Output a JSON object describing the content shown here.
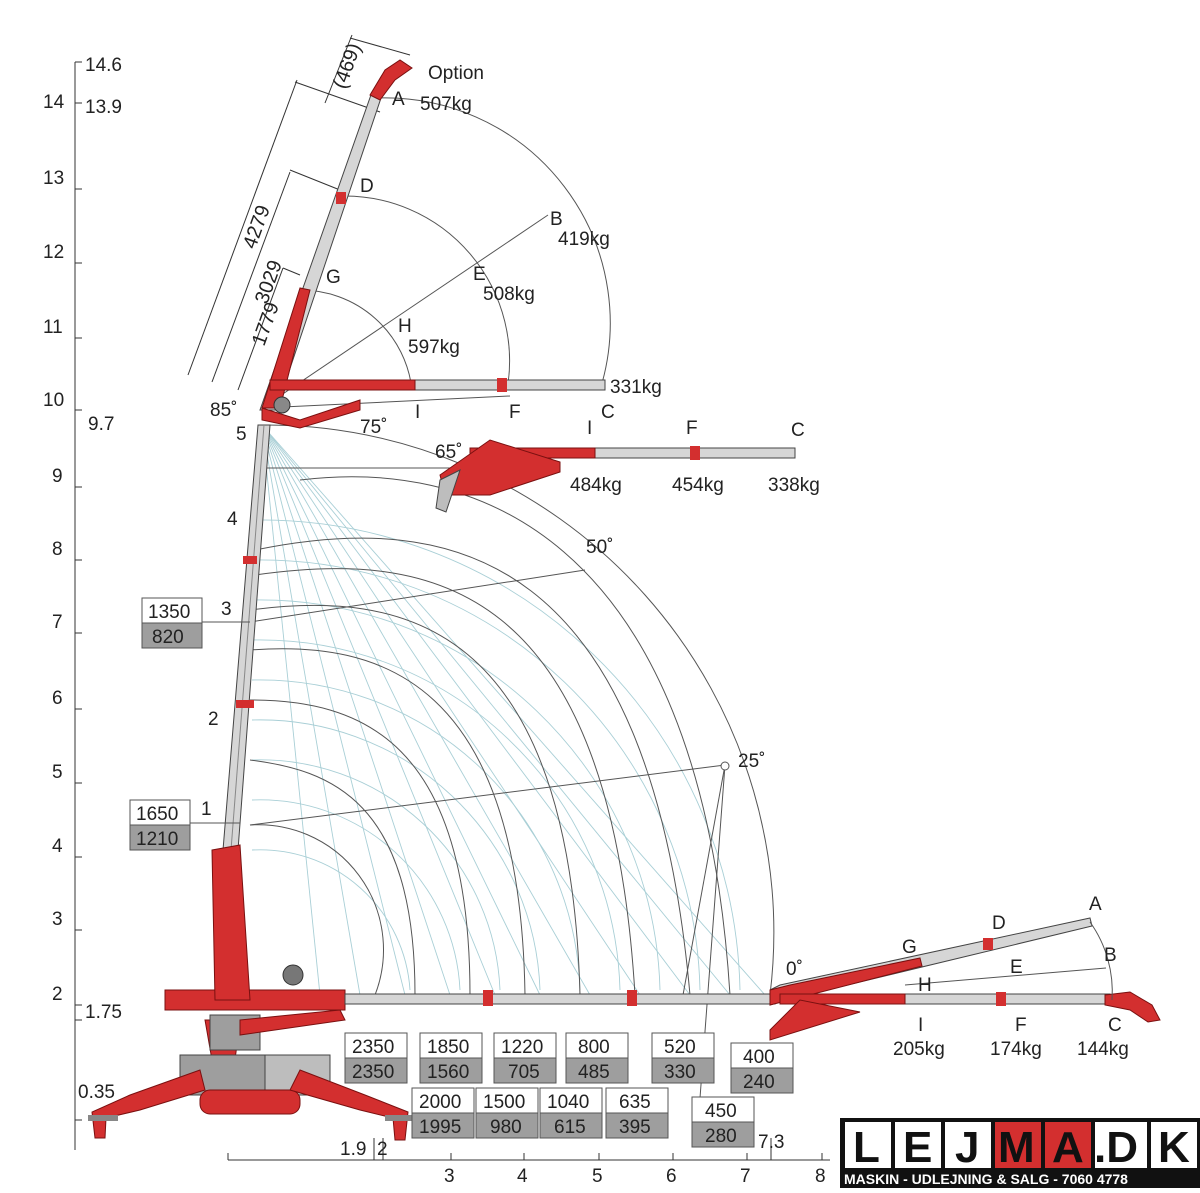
{
  "left_axis": {
    "labels": [
      "14",
      "13",
      "12",
      "11",
      "10",
      "9",
      "8",
      "7",
      "6",
      "5",
      "4",
      "3",
      "2"
    ],
    "special": [
      "14.6",
      "13.9",
      "9.7",
      "1.75",
      "0.35"
    ]
  },
  "bottom_axis": {
    "labels": [
      "3",
      "4",
      "5",
      "6",
      "7",
      "8"
    ],
    "special": [
      "1.9",
      "2",
      "7.3"
    ]
  },
  "boom_dims": {
    "d469": "(469)",
    "d4279": "4279",
    "d3029": "3029",
    "d1779": "1779"
  },
  "option": {
    "label": "Option",
    "weight": "507kg"
  },
  "top_points": {
    "A": "A",
    "D": "D",
    "G": "G",
    "H": "H",
    "B": "B",
    "E": "E",
    "I": "I",
    "F": "F",
    "C": "C"
  },
  "top_weights": {
    "B": "419kg",
    "E": "508kg",
    "H": "597kg",
    "C": "331kg"
  },
  "angles": {
    "a85": "85˚",
    "a75": "75˚",
    "a65": "65˚",
    "a50": "50˚",
    "a25": "25˚",
    "a0": "0˚"
  },
  "mid_labels": {
    "I": "I",
    "F": "F",
    "C": "C"
  },
  "mid_weights": {
    "I": "484kg",
    "F": "454kg",
    "C": "338kg"
  },
  "bot_labels": {
    "A": "A",
    "D": "D",
    "G": "G",
    "E": "E",
    "B": "B",
    "H": "H",
    "I": "I",
    "F": "F",
    "C": "C"
  },
  "bot_weights": {
    "I": "205kg",
    "F": "174kg",
    "C": "144kg"
  },
  "boom_sections": [
    "1",
    "2",
    "3",
    "4",
    "5"
  ],
  "side_boxes": [
    {
      "top": "1350",
      "bottom": "820"
    },
    {
      "top": "1650",
      "bottom": "1210"
    }
  ],
  "bottom_boxes_row1": [
    {
      "top": "2350",
      "bottom": "2350"
    },
    {
      "top": "1850",
      "bottom": "1560"
    },
    {
      "top": "1220",
      "bottom": "705"
    },
    {
      "top": "800",
      "bottom": "485"
    },
    {
      "top": "520",
      "bottom": "330"
    },
    {
      "top": "400",
      "bottom": "240"
    }
  ],
  "bottom_boxes_row2": [
    {
      "top": "2000",
      "bottom": "1995"
    },
    {
      "top": "1500",
      "bottom": "980"
    },
    {
      "top": "1040",
      "bottom": "615"
    },
    {
      "top": "635",
      "bottom": "395"
    },
    {
      "top": "450",
      "bottom": "280"
    }
  ],
  "logo": {
    "letters": [
      "L",
      "E",
      "J",
      "M",
      "A",
      ".D",
      "K"
    ],
    "tagline": "MASKIN - UDLEJNING & SALG - 7060 4778"
  },
  "colors": {
    "crane_red": "#d32f2f",
    "boom_gray": "#cfcfcf",
    "grid_blue": "#a9cfd6",
    "arc_dark": "#555555",
    "box_gray": "#9e9e9e"
  }
}
